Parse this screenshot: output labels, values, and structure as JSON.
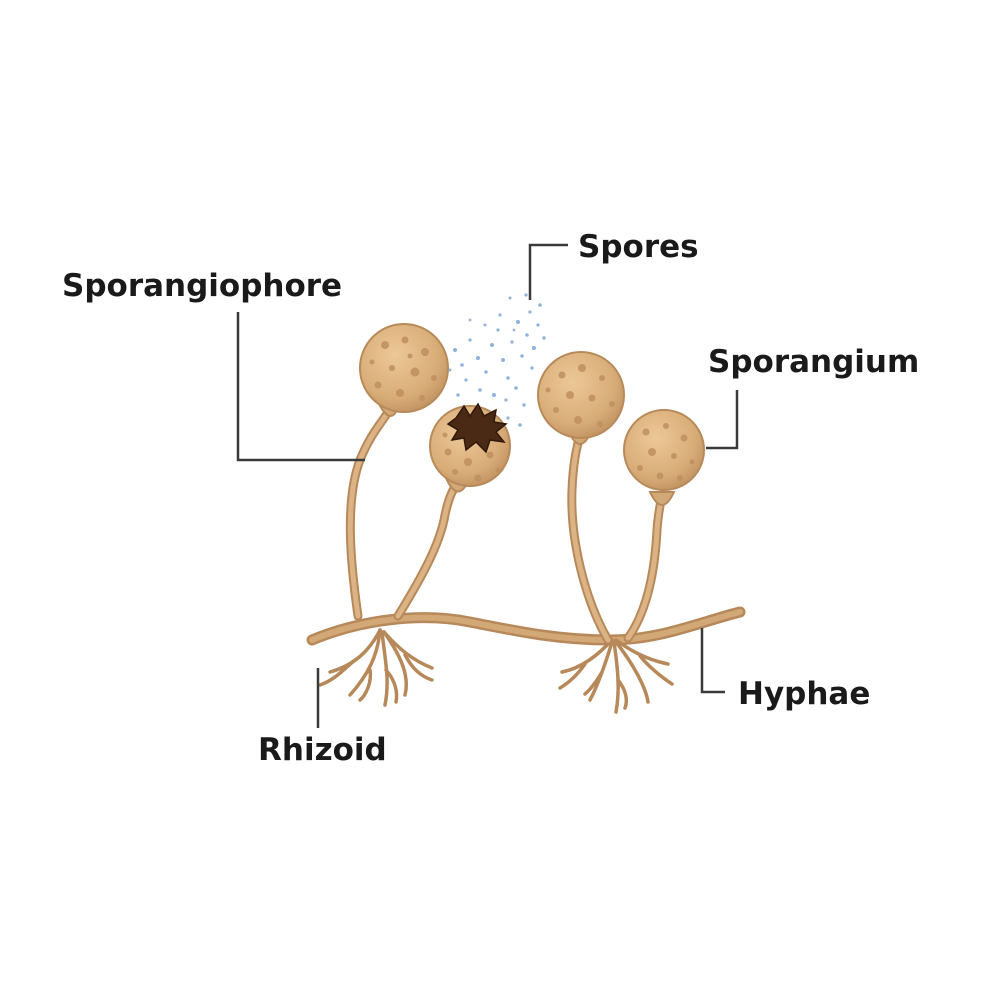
{
  "labels": {
    "sporangiophore": "Sporangiophore",
    "spores": "Spores",
    "sporangium": "Sporangium",
    "hyphae": "Hyphae",
    "rhizoid": "Rhizoid"
  },
  "colors": {
    "stalk": "#d3a877",
    "stalk_dark": "#b7895a",
    "sporangium_fill": "#dbb27e",
    "sporangium_spots": "#c49464",
    "hyphae": "#c89a68",
    "rhizoid": "#b7895a",
    "burst": "#4a2a15",
    "spores": "#8fb3d8",
    "leader_line": "#3a3a3a",
    "text": "#1a1a1a"
  }
}
